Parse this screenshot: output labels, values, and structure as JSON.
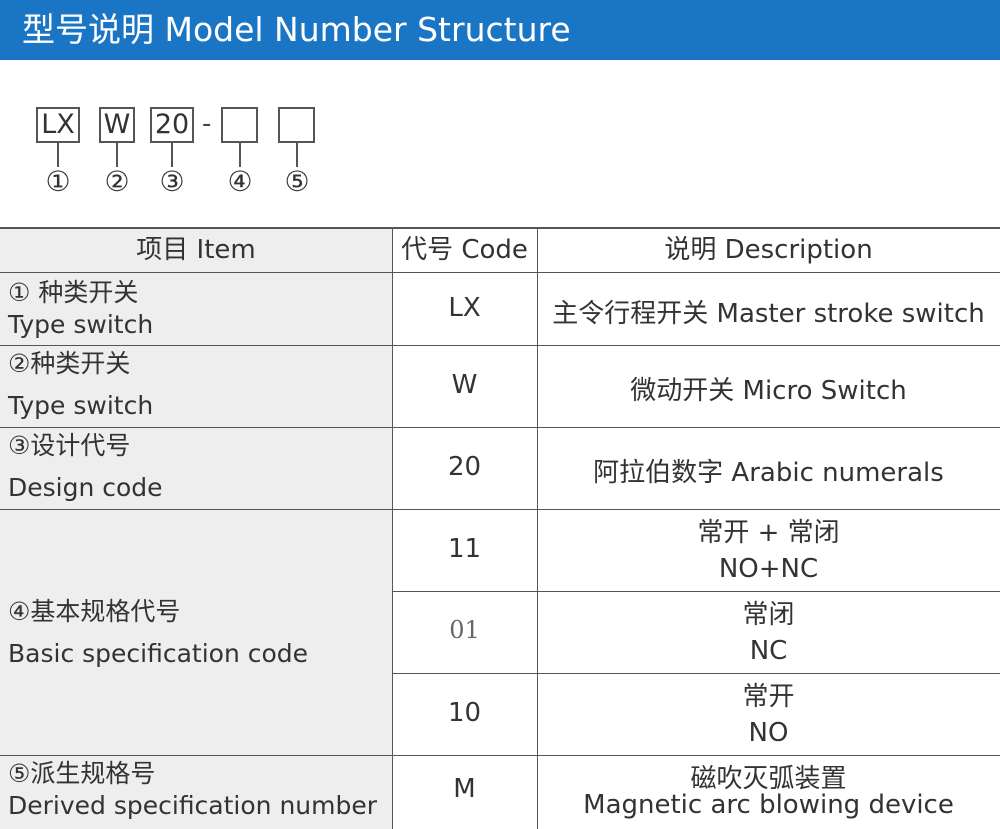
{
  "header": {
    "title": "型号说明 Model Number Structure"
  },
  "model_code": {
    "segments": [
      "LX",
      "W",
      "20",
      "",
      ""
    ],
    "separator": "-",
    "numbers": [
      "①",
      "②",
      "③",
      "④",
      "⑤"
    ]
  },
  "table": {
    "headers": [
      "项目 Item",
      "代号 Code",
      "说明 Description"
    ],
    "rows": [
      {
        "item_cn": "① 种类开关",
        "item_en": "Type switch",
        "code": "LX",
        "desc": "主令行程开关 Master stroke switch"
      },
      {
        "item_cn": "②种类开关",
        "item_en": "Type switch",
        "code": "W",
        "desc": "微动开关 Micro Switch"
      },
      {
        "item_cn": "③设计代号",
        "item_en": "Design code",
        "code": "20",
        "desc": "阿拉伯数字 Arabic numerals"
      },
      {
        "item_cn": "④基本规格代号",
        "item_en": "Basic specification code",
        "sub": [
          {
            "code": "11",
            "desc_cn": "常开 + 常闭",
            "desc_en": "NO+NC"
          },
          {
            "code": "01",
            "desc_cn": "常闭",
            "desc_en": "NC"
          },
          {
            "code": "10",
            "desc_cn": "常开",
            "desc_en": "NO"
          }
        ]
      },
      {
        "item_cn": "⑤派生规格号",
        "item_en": "Derived specification number",
        "code": "M",
        "desc_cn": "磁吹灭弧装置",
        "desc_en": "Magnetic arc blowing device"
      }
    ]
  }
}
